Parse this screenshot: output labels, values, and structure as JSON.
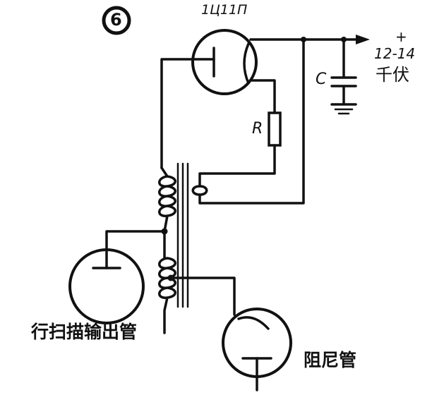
{
  "figure_number": "6",
  "tube_model": "1Ц11П",
  "resistor_label": "R",
  "capacitor_label": "C",
  "output": {
    "polarity": "+",
    "voltage": "12-14",
    "unit": "千伏"
  },
  "line_output_tube_label": "行扫描输出管",
  "damper_tube_label": "阻尼管",
  "colors": {
    "ink": "#111111",
    "paper": "#ffffff"
  }
}
